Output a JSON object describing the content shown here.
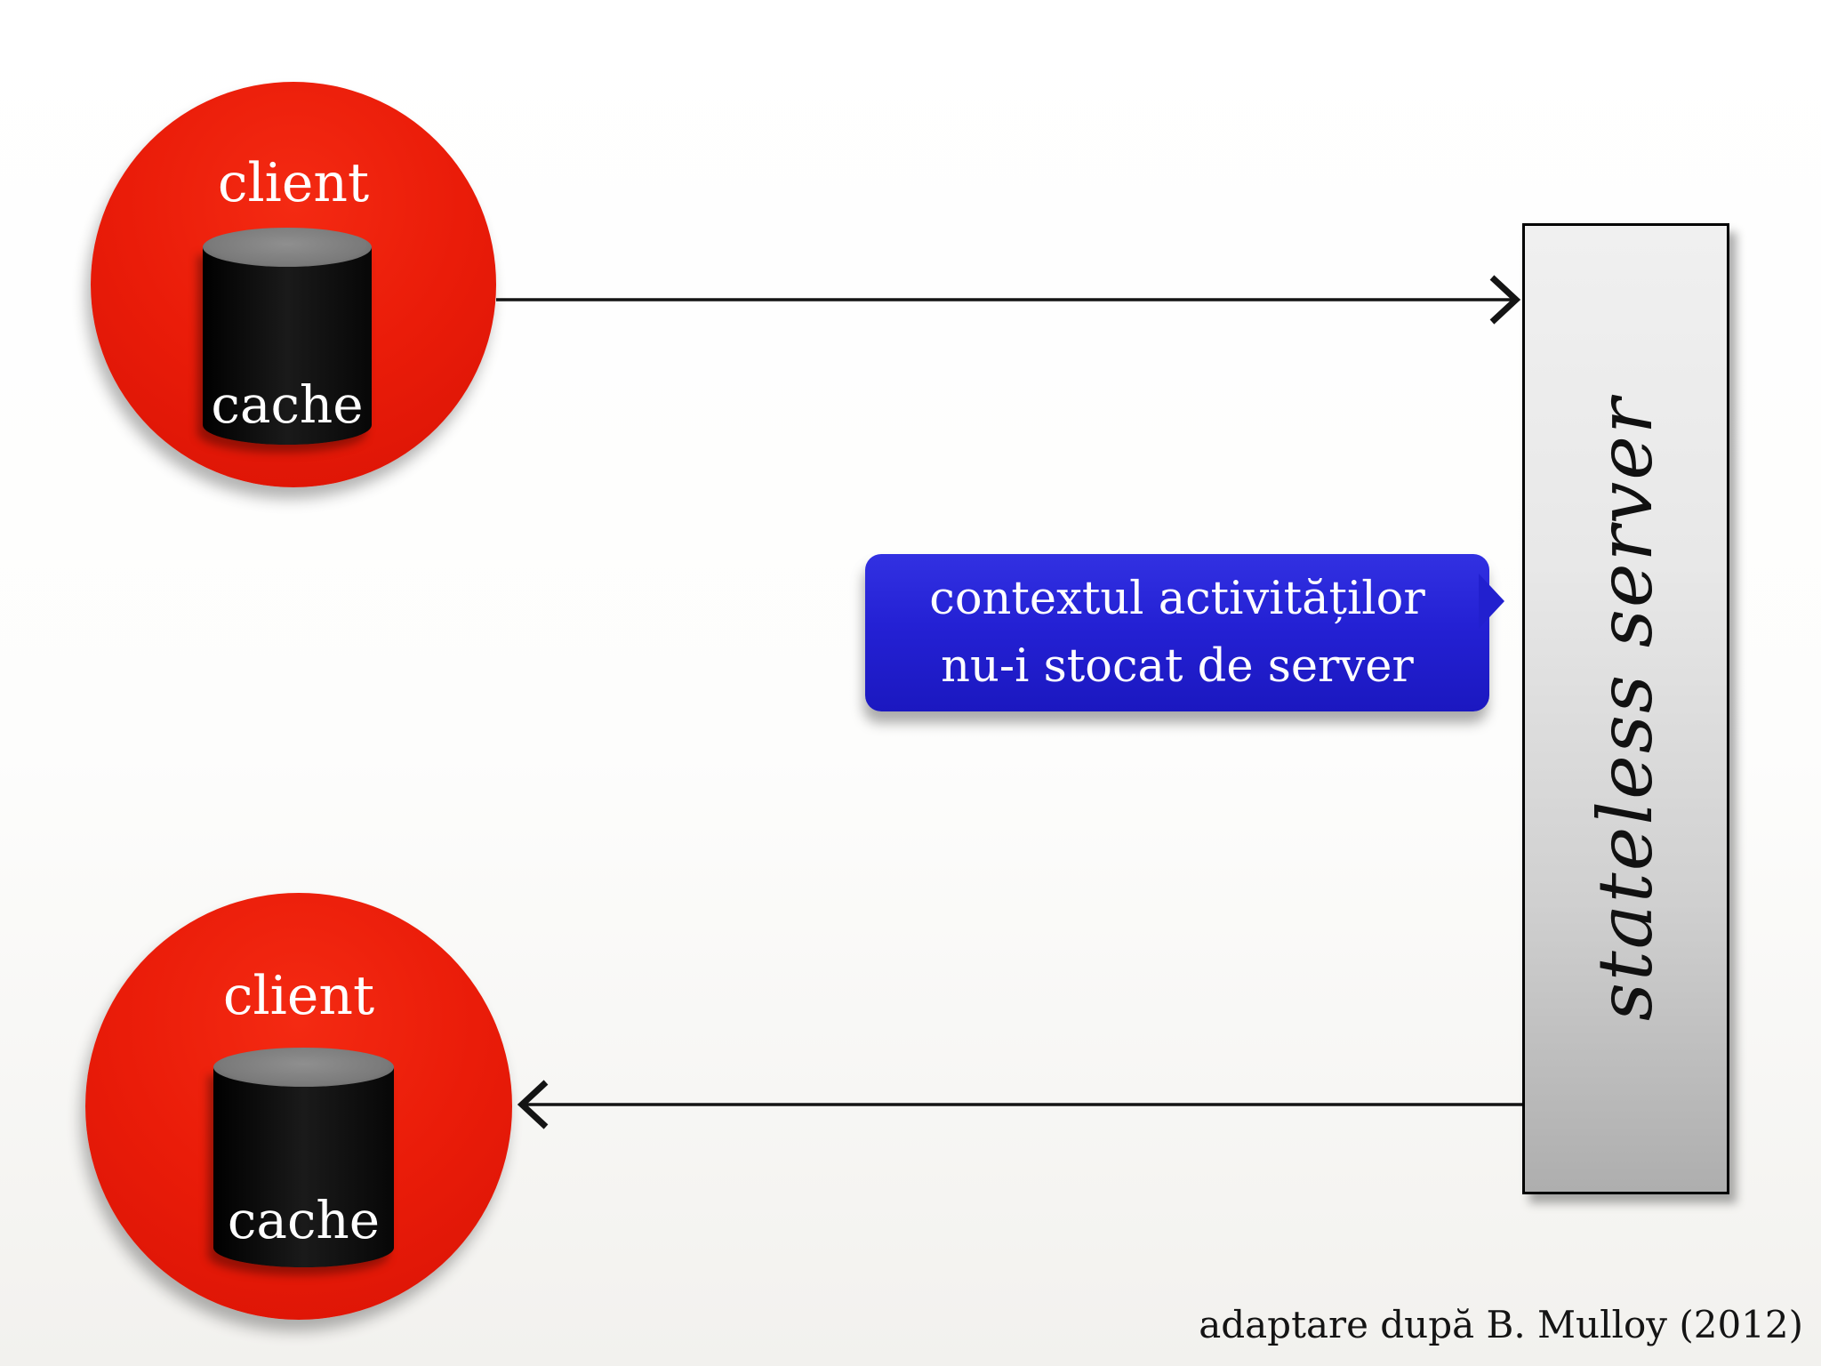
{
  "clients": [
    {
      "label": "client",
      "cache_label": "cache"
    },
    {
      "label": "client",
      "cache_label": "cache"
    }
  ],
  "server": {
    "label": "stateless server"
  },
  "callout": {
    "line1": "contextul activităților",
    "line2": "nu-i stocat de server"
  },
  "arrows": [
    {
      "name": "client-to-server",
      "from": "client-top",
      "to": "server",
      "direction": "right"
    },
    {
      "name": "server-to-client",
      "from": "server",
      "to": "client-bottom",
      "direction": "left"
    }
  ],
  "attribution": {
    "text": "adaptare după B. Mulloy (2012)"
  },
  "colors": {
    "client_red": "#ea1c09",
    "cache_body_black": "#0d0d0d",
    "cache_top_gray": "#7a7a7a",
    "server_gray_top": "#efefef",
    "server_gray_bottom": "#aeaeae",
    "server_border": "#000000",
    "callout_blue": "#2421d4",
    "arrow_black": "#141414",
    "label_white": "#ffffff",
    "text_black": "#141414"
  }
}
